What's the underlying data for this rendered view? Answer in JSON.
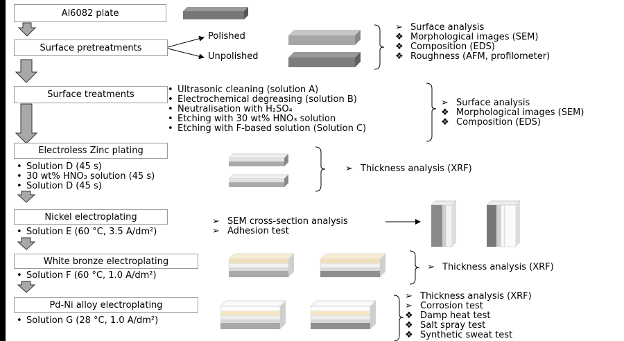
{
  "steps": {
    "plate": "Al6082 plate",
    "pretreat": "Surface pretreatments",
    "treat": "Surface treatments",
    "zinc": "Electroless Zinc plating",
    "nickel": "Nickel electroplating",
    "bronze": "White bronze electroplating",
    "pdni": "Pd-Ni alloy electroplating"
  },
  "pretreat_options": {
    "polished": "Polished",
    "unpolished": "Unpolished"
  },
  "analysis1": {
    "items": [
      {
        "marker": "➢",
        "text": "Surface analysis"
      },
      {
        "marker": "❖",
        "text": "Morphological images (SEM)"
      },
      {
        "marker": "❖",
        "text": "Composition (EDS)"
      },
      {
        "marker": "❖",
        "text": "Roughness (AFM, profilometer)"
      }
    ]
  },
  "treatments": [
    "Ultrasonic cleaning (solution A)",
    "Electrochemical degreasing (solution B)",
    "Neutralisation with H₂SO₄",
    "Etching with 30 wt% HNO₃ solution",
    "Etching with F-based solution (Solution C)"
  ],
  "analysis2": {
    "items": [
      {
        "marker": "➢",
        "text": "Surface analysis"
      },
      {
        "marker": "❖",
        "text": "Morphological images (SEM)"
      },
      {
        "marker": "❖",
        "text": "Composition (EDS)"
      }
    ]
  },
  "zinc_steps": [
    "Solution D (45 s)",
    "30 wt% HNO₃ solution (45 s)",
    "Solution D (45 s)"
  ],
  "zinc_analysis": {
    "marker": "➢",
    "text": "Thickness analysis (XRF)"
  },
  "nickel_step": "Solution E (60 °C, 3.5 A/dm²)",
  "nickel_analysis": [
    {
      "marker": "➢",
      "text": "SEM cross-section analysis"
    },
    {
      "marker": "➢",
      "text": "Adhesion test"
    }
  ],
  "bronze_step": "Solution F (60 °C, 1.0 A/dm²)",
  "bronze_analysis": {
    "marker": "➢",
    "text": "Thickness analysis (XRF)"
  },
  "pdni_step": "Solution G (28 °C, 1.0 A/dm²)",
  "pdni_analysis": [
    {
      "marker": "➢",
      "text": "Thickness analysis (XRF)"
    },
    {
      "marker": "➢",
      "text": "Corrosion test"
    },
    {
      "marker": "❖",
      "text": "Damp heat test"
    },
    {
      "marker": "❖",
      "text": "Salt spray test"
    },
    {
      "marker": "❖",
      "text": "Synthetic sweat test"
    }
  ],
  "bullet_char": "•"
}
